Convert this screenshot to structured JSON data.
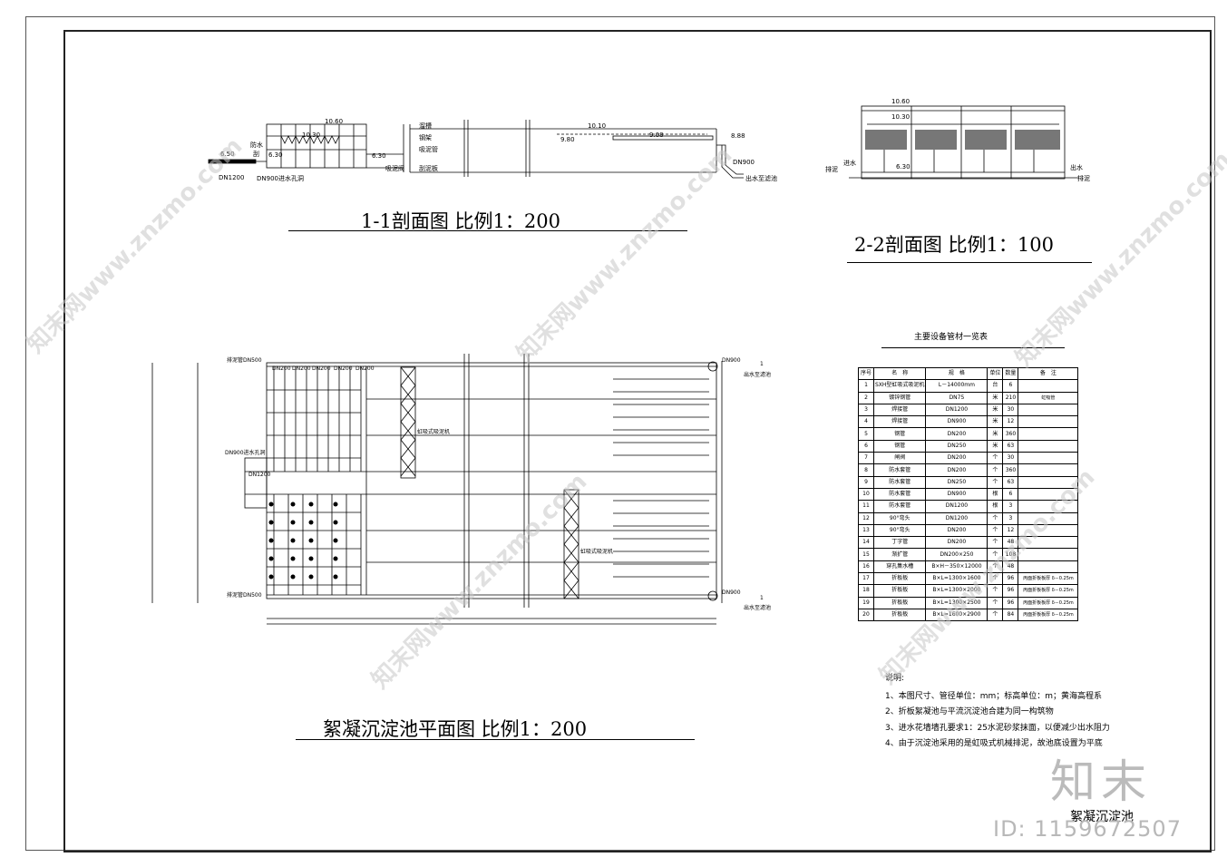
{
  "section11": {
    "title": "1-1剖面图 比例1：200",
    "labels": {
      "elev_1060": "10.60",
      "elev_1030": "10.30",
      "elev_650": "6.50",
      "elev_630": "6.30",
      "elev_620": "6.30",
      "elev_1010": "10.10",
      "elev_980": "9.80",
      "elev_908": "9.08",
      "elev_888": "8.88",
      "dn1200": "DN1200",
      "dn900_hole": "DN900进水孔洞",
      "dn900": "DN900",
      "outlet": "出水至滤池",
      "fangshui": "防水",
      "gua_a": "刮",
      "lanjiao": "溜槽",
      "gan": "钢架",
      "xinuo": "吸泥管",
      "xinuojian": "吸泥阀",
      "tiaoqi": "刮泥板"
    }
  },
  "section22": {
    "title": "2-2剖面图 比例1：100",
    "labels": {
      "elev_1060": "10.60",
      "elev_1030": "10.30",
      "elev_630": "6.30",
      "inlet": "进水",
      "drain": "排泥",
      "outlet": "出水",
      "drain2": "排泥"
    }
  },
  "plan": {
    "title": "絮凝沉淀池平面图 比例1：200",
    "labels": {
      "drain_top": "排泥管DN500",
      "drain_bottom": "排泥管DN500",
      "dn200_a": "DN200",
      "dn200_b": "DN200",
      "dn200_c": "DN200",
      "dn200_d": "DN200",
      "dn200_e": "DN200",
      "dn900_hole": "DN900进水孔洞",
      "dn1200": "DN1200",
      "siphon_a": "虹吸式吸泥机",
      "siphon_b": "虹吸式吸泥机",
      "dn900_top": "DN900",
      "dn900_bottom": "DN900",
      "out_top": "出水至滤池",
      "out_bottom": "出水至滤池",
      "sec_mark_top": "1",
      "sec_mark_bottom": "1"
    }
  },
  "table": {
    "title": "主要设备管材一览表",
    "headers": [
      "序号",
      "名　称",
      "规　格",
      "单位",
      "数量",
      "备　注"
    ],
    "rows": [
      [
        "1",
        "SXH型虹吸式吸泥机",
        "L－14000mm",
        "台",
        "6",
        ""
      ],
      [
        "2",
        "镀锌钢管",
        "DN75",
        "米",
        "210",
        "虹吸管"
      ],
      [
        "3",
        "焊接管",
        "DN1200",
        "米",
        "30",
        ""
      ],
      [
        "4",
        "焊接管",
        "DN900",
        "米",
        "12",
        ""
      ],
      [
        "5",
        "钢管",
        "DN200",
        "米",
        "360",
        ""
      ],
      [
        "6",
        "钢管",
        "DN250",
        "米",
        "63",
        ""
      ],
      [
        "7",
        "闸阀",
        "DN200",
        "个",
        "30",
        ""
      ],
      [
        "8",
        "防水套管",
        "DN200",
        "个",
        "360",
        ""
      ],
      [
        "9",
        "防水套管",
        "DN250",
        "个",
        "63",
        ""
      ],
      [
        "10",
        "防水套管",
        "DN900",
        "根",
        "6",
        ""
      ],
      [
        "11",
        "防水套管",
        "DN1200",
        "根",
        "3",
        ""
      ],
      [
        "12",
        "90°弯头",
        "DN1200",
        "个",
        "3",
        ""
      ],
      [
        "13",
        "90°弯头",
        "DN200",
        "个",
        "12",
        ""
      ],
      [
        "14",
        "丁字管",
        "DN200",
        "个",
        "48",
        ""
      ],
      [
        "15",
        "渐扩管",
        "DN200×250",
        "个",
        "108",
        ""
      ],
      [
        "16",
        "穿孔集水槽",
        "B×H－350×12000",
        "个",
        "48",
        ""
      ],
      [
        "17",
        "折板板",
        "B×L=1300×1600",
        "个",
        "96",
        "丙面折板板厚 δ－0.25m"
      ],
      [
        "18",
        "折板板",
        "B×L=1300×2000",
        "个",
        "96",
        "丙面折板板厚 δ－0.25m"
      ],
      [
        "19",
        "折板板",
        "B×L=1300×2500",
        "个",
        "96",
        "丙面折板板厚 δ－0.25m"
      ],
      [
        "20",
        "折板板",
        "B×L=1600×2900",
        "个",
        "84",
        "丙面折板板厚 δ－0.25m"
      ]
    ]
  },
  "notes": {
    "heading": "说明:",
    "items": [
      "1、本图尺寸、管径单位：mm；标高单位：m；黄海高程系",
      "2、折板絮凝池与平流沉淀池合建为同一构筑物",
      "3、进水花墙墙孔要求1：25水泥砂浆抹面，以便减少出水阻力",
      "4、由于沉淀池采用的是虹吸式机械排泥，故池底设置为平底"
    ]
  },
  "sheet_name": "絮凝沉淀池",
  "watermark": {
    "text": "知末网www.znzmo.com",
    "logo": "知末",
    "id": "ID: 1159672507"
  }
}
